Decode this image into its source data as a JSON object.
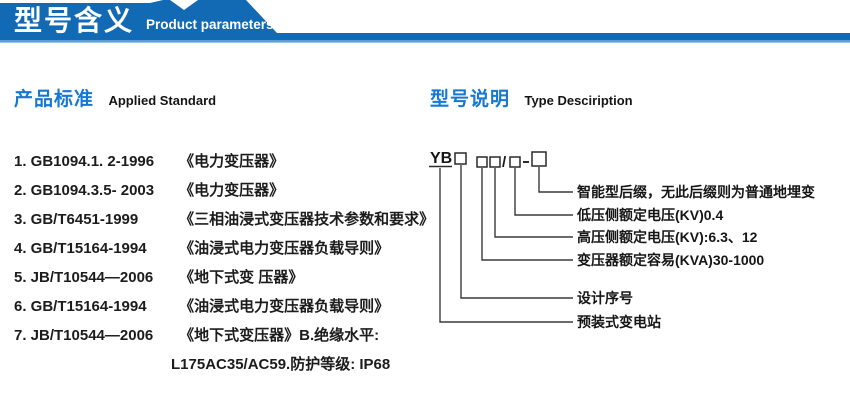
{
  "colors": {
    "banner_blue": "#1269b4",
    "banner_underline": "#5c9ed8",
    "accent_blue": "#1678d3",
    "text_dark": "#1c1c1c"
  },
  "banner": {
    "title_cn": "型号含义",
    "title_en": "Product parameters"
  },
  "applied_standard": {
    "title_cn": "产品标准",
    "title_en": "Applied Standard",
    "items": [
      {
        "code": "1. GB1094.1. 2-1996",
        "name": "《电力变压器》"
      },
      {
        "code": "2. GB1094.3.5- 2003",
        "name": "《电力变压器》"
      },
      {
        "code": "3. GB/T6451-1999",
        "name": "《三相油浸式变压器技术参数和要求》"
      },
      {
        "code": "4. GB/T15164-1994",
        "name": "《油浸式电力变压器负载导则》"
      },
      {
        "code": "5. JB/T10544—2006",
        "name": "《地下式变 压器》"
      },
      {
        "code": "6. GB/T15164-1994",
        "name": "《油浸式电力变压器负载导则》"
      },
      {
        "code": "7. JB/T10544—2006",
        "name": "《地下式变压器》B.绝缘水平:"
      }
    ],
    "continuation": "L175AC35/AC59.防护等级: IP68"
  },
  "type_description": {
    "title_cn": "型号说明",
    "title_en": "Type Desciription",
    "model_prefix": "YB",
    "slash": "/",
    "labels": [
      "智能型后缀，无此后缀则为普通地埋变",
      "低压侧额定电压(KV)0.4",
      "高压侧额定电压(KV):6.3、12",
      "变压器额定容易(KVA)30-1000",
      "设计序号",
      "预装式变电站"
    ]
  }
}
